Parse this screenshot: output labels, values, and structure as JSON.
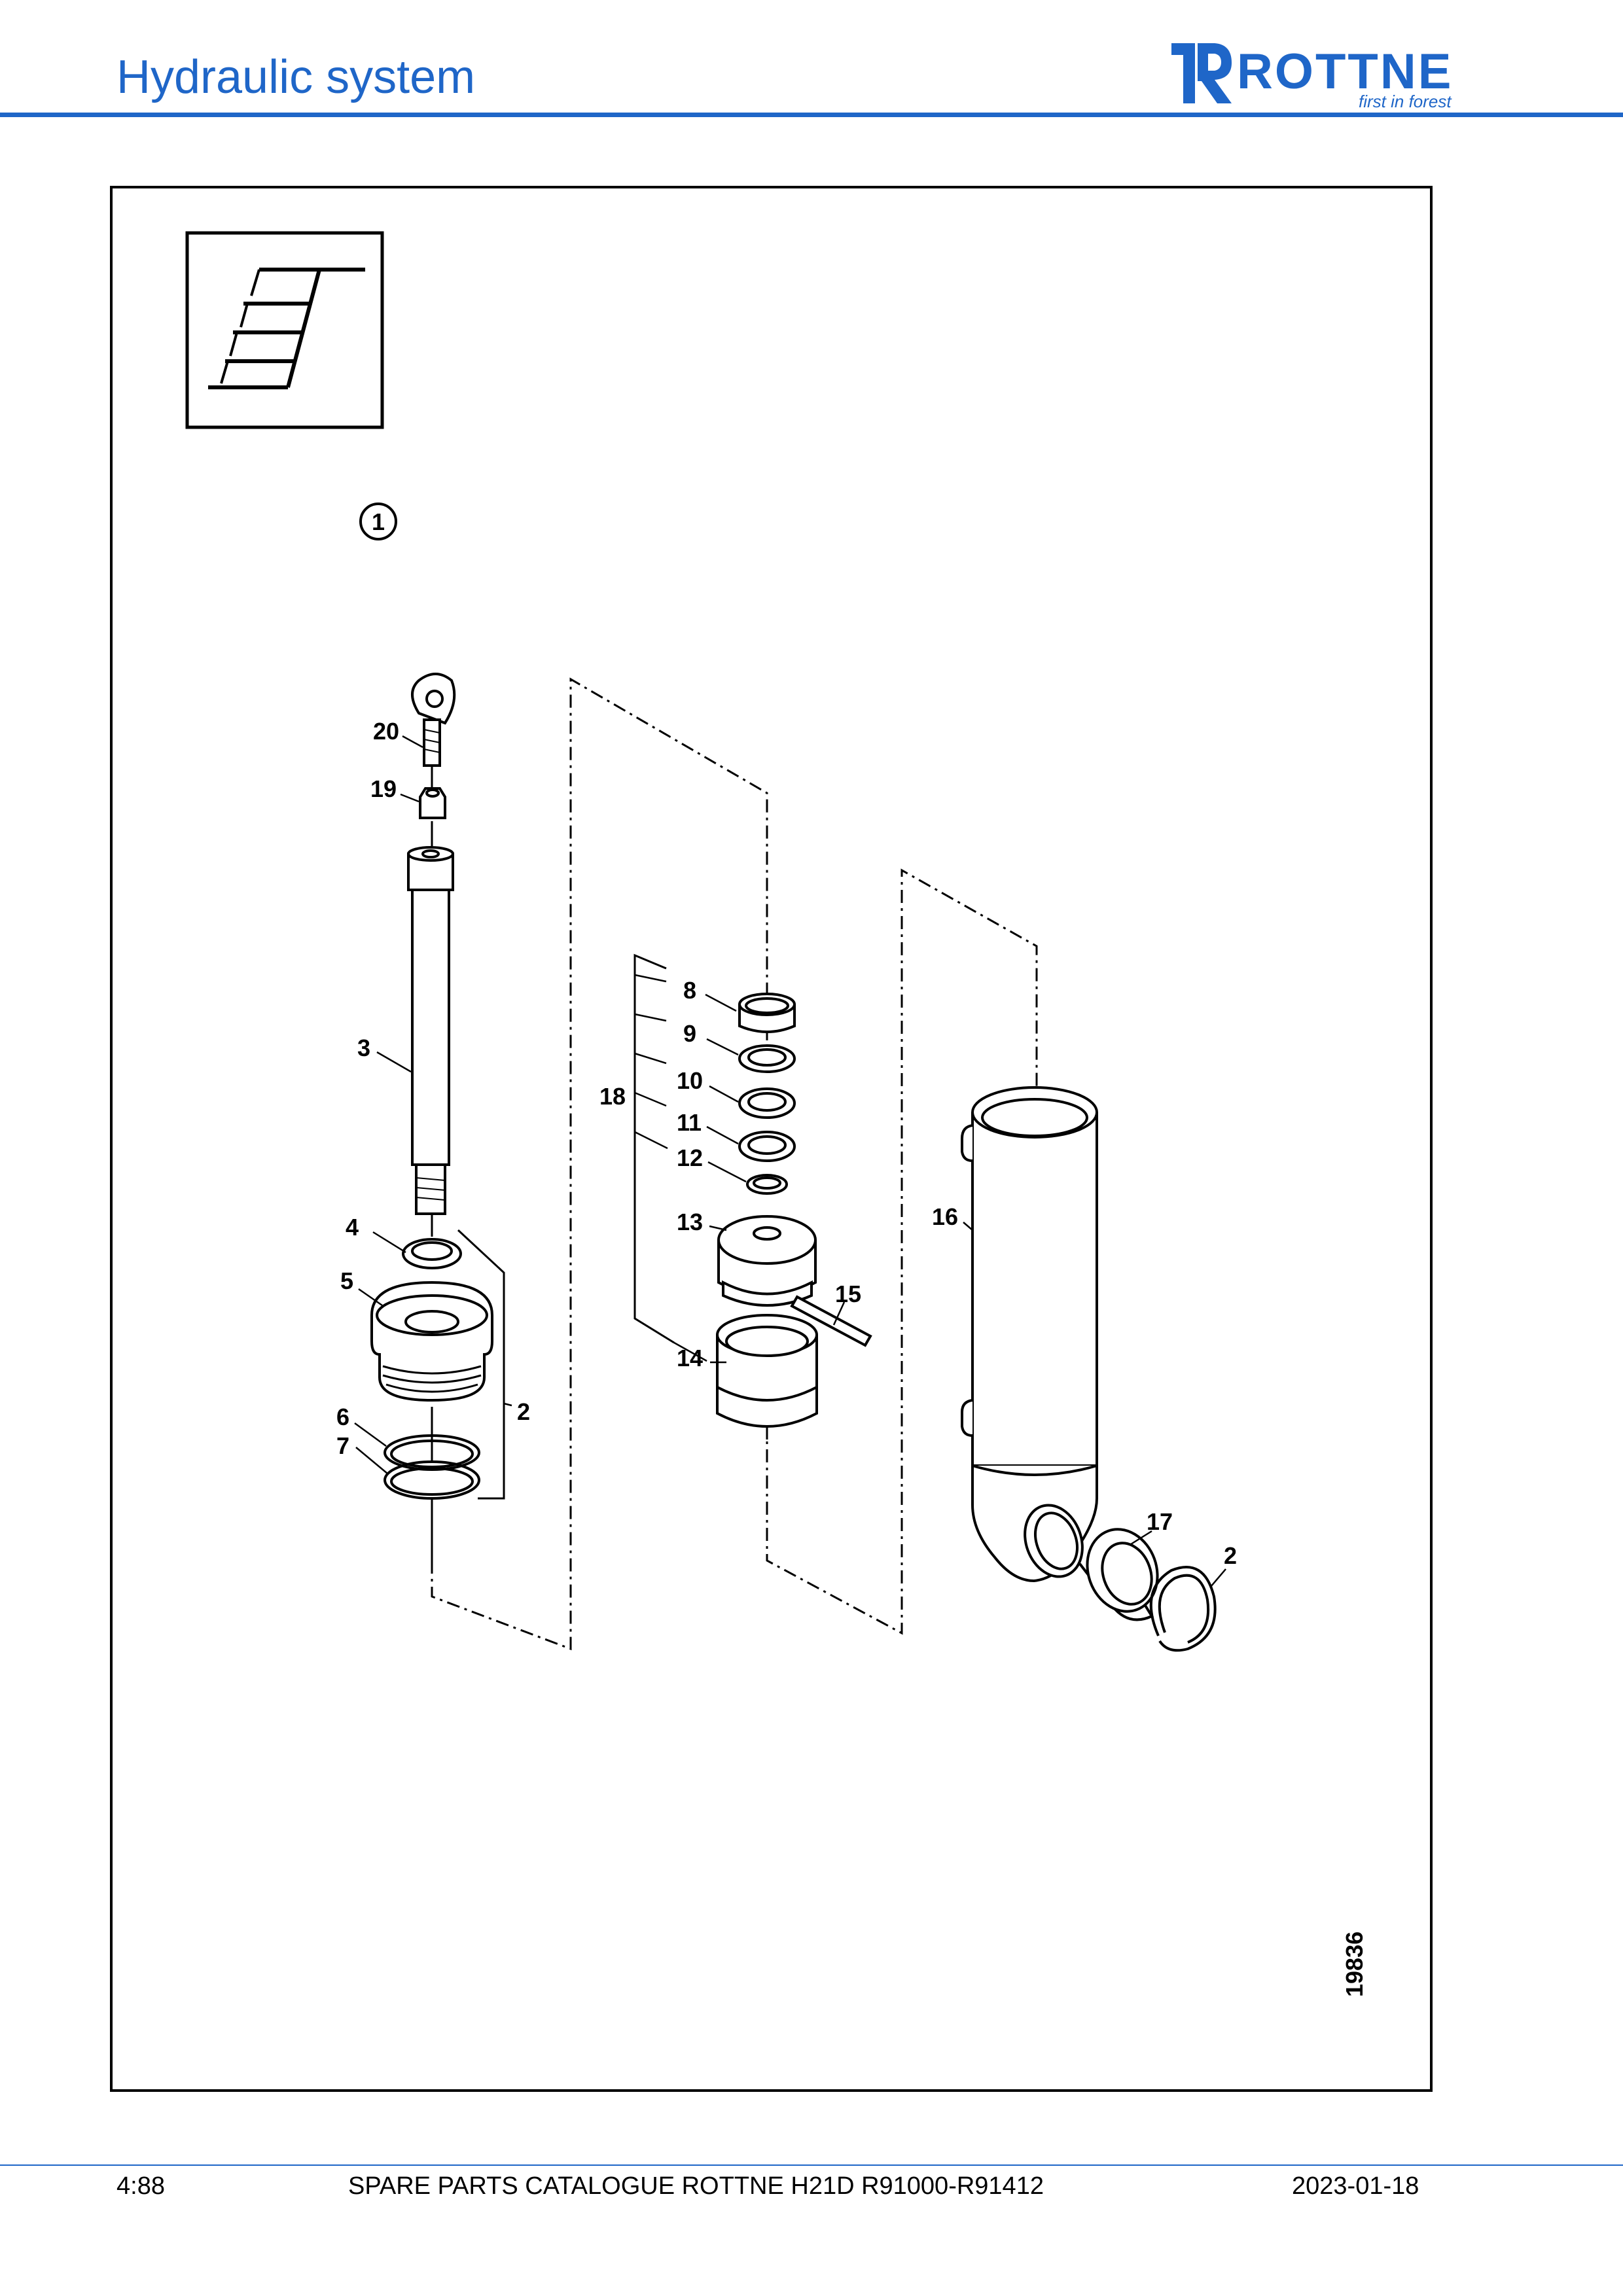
{
  "header": {
    "title": "Hydraulic system",
    "brand_name": "ROTTNE",
    "brand_tagline": "first in forest",
    "accent_color": "#1f66c8"
  },
  "diagram": {
    "group_symbol_icon": "hydraulic-cylinder-symbol-icon",
    "assembly_number": "1",
    "figure_number": "19836",
    "callouts": [
      "20",
      "19",
      "3",
      "4",
      "5",
      "6",
      "7",
      "2",
      "8",
      "9",
      "10",
      "18",
      "11",
      "12",
      "13",
      "15",
      "14",
      "16",
      "17",
      "2"
    ]
  },
  "footer": {
    "page_number": "4:88",
    "catalogue_title": "SPARE PARTS CATALOGUE ROTTNE H21D R91000-R91412",
    "date": "2023-01-18"
  }
}
